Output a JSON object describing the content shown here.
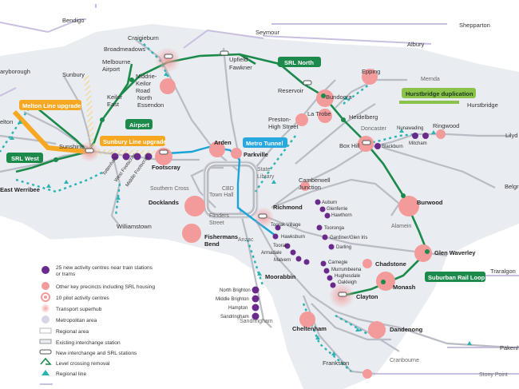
{
  "colors": {
    "land": "#e9ecf1",
    "bay": "#ffffff",
    "metro_line": "#b9bcc4",
    "regional_line": "#c9bfe0",
    "srl": "#1c8a4b",
    "level_crossing": "#2bb3b3",
    "tunnel": "#1aa4d8",
    "precinct": "#f39a9a",
    "activity": "#6a2a8c",
    "upgrade_orange": "#f7a823",
    "upgrade_green": "#8bc34a",
    "tag_green": "#1c8a4b",
    "tag_blue": "#29a8df"
  },
  "tags": {
    "srl_north": "SRL North",
    "srl_west": "SRL West",
    "melton": "Melton Line upgrade",
    "sunbury": "Sunbury Line upgrade",
    "airport": "Airport",
    "metro_tunnel": "Metro Tunnel",
    "hurstbridge": "Hurstbridge duplication",
    "suburban_loop": "Suburban Rail Loop"
  },
  "places": {
    "bendigo": "Bendigo",
    "shepparton": "Shepparton",
    "seymour": "Seymour",
    "albury": "Albury",
    "craigieburn": "Craigieburn",
    "broadmeadows": "Broadmeadows",
    "melbourne_airport": "Melbourne\nAirport",
    "upfield": "Upfield",
    "fawkner": "Fawkner",
    "aryborough": "aryborough",
    "sunbury": "Sunbury",
    "keilor_east": "Keilor\nEast",
    "niddrie": "Niddrie-\nKeilor\nRoad",
    "north_essendon": "North\nEssendon",
    "reservoir": "Reservoir",
    "epping": "Epping",
    "mernda": "Mernda",
    "bundoora": "Bundoora",
    "preston": "Preston-\nHigh Street",
    "la_trobe": "La Trobe",
    "heidelberg": "Heidelberg",
    "hurstbridge": "Hurstbridge",
    "doncaster": "Doncaster",
    "nunawading": "Nunawading",
    "ringwood": "Ringwood",
    "lilydale": "Lilyd",
    "mitcham": "Mitcham",
    "blackburn": "Blackburn",
    "box_hill": "Box Hill",
    "melton": "elton",
    "sunshine": "Sunshine",
    "east_werribee": "East Werribee",
    "tottenham": "Tottenham",
    "west_footscray": "West Footscray",
    "middle_footscray": "Middle Footscray",
    "footscray": "Footscray",
    "arden": "Arden",
    "parkville": "Parkville",
    "state_library": "State\nLibrary",
    "cbd": "CBD",
    "town_hall": "Town Hall",
    "southern_cross": "Southern Cross",
    "flinders": "Flinders\nStreet",
    "docklands": "Docklands",
    "williamstown": "Williamstown",
    "fishermans_bend": "Fishermans\nBend",
    "anzac": "Anzac",
    "richmond": "Richmond",
    "camberwell": "Camberwell\nJunction",
    "auburn": "Auburn",
    "glenferrie": "Glenferrie",
    "hawthorn": "Hawthorn",
    "toorak_village": "Toorak Village",
    "hawksburn": "Hawksburn",
    "tooronga": "Tooronga",
    "gardiner": "Gardiner/Glen Iris",
    "toorak": "Toorak",
    "armadale": "Armadale",
    "darling": "Darling",
    "malvern": "Malvern",
    "burwood": "Burwood",
    "alamein": "Alamein",
    "belgrave": "Belgra",
    "glen_waverley": "Glen Waverley",
    "chadstone": "Chadstone",
    "carnegie": "Carnegie",
    "murrumbeena": "Murrumbeena",
    "hughesdale": "Hughesdale",
    "oakleigh": "Oakleigh",
    "monash": "Monash",
    "traralgon": "Traralgon",
    "moorabbin": "Moorabbin",
    "clayton": "Clayton",
    "north_brighton": "North Brighton",
    "middle_brighton": "Middle Brighton",
    "hampton": "Hampton",
    "sandringham": "Sandringham",
    "sandringham_end": "Sandringham",
    "cheltenham": "Cheltenham",
    "dandenong": "Dandenong",
    "frankston": "Frankston",
    "cranbourne": "Cranbourne",
    "stony_point": "Stony Point",
    "pakenham": "Pakenh"
  },
  "legend": {
    "activity": "25 new activity centres near train stations\nor trams",
    "precinct": "Other key precincts including SRL housing",
    "pilot": "10 pilot activity centres",
    "superhub": "Transport superhub",
    "metro_area": "Metropolitan area",
    "regional_area": "Regional area",
    "interchange": "Existing interchange station",
    "new_interchange": "New interchange and SRL stations",
    "level_crossing": "Level crossing removal",
    "regional_line": "Regional line"
  }
}
